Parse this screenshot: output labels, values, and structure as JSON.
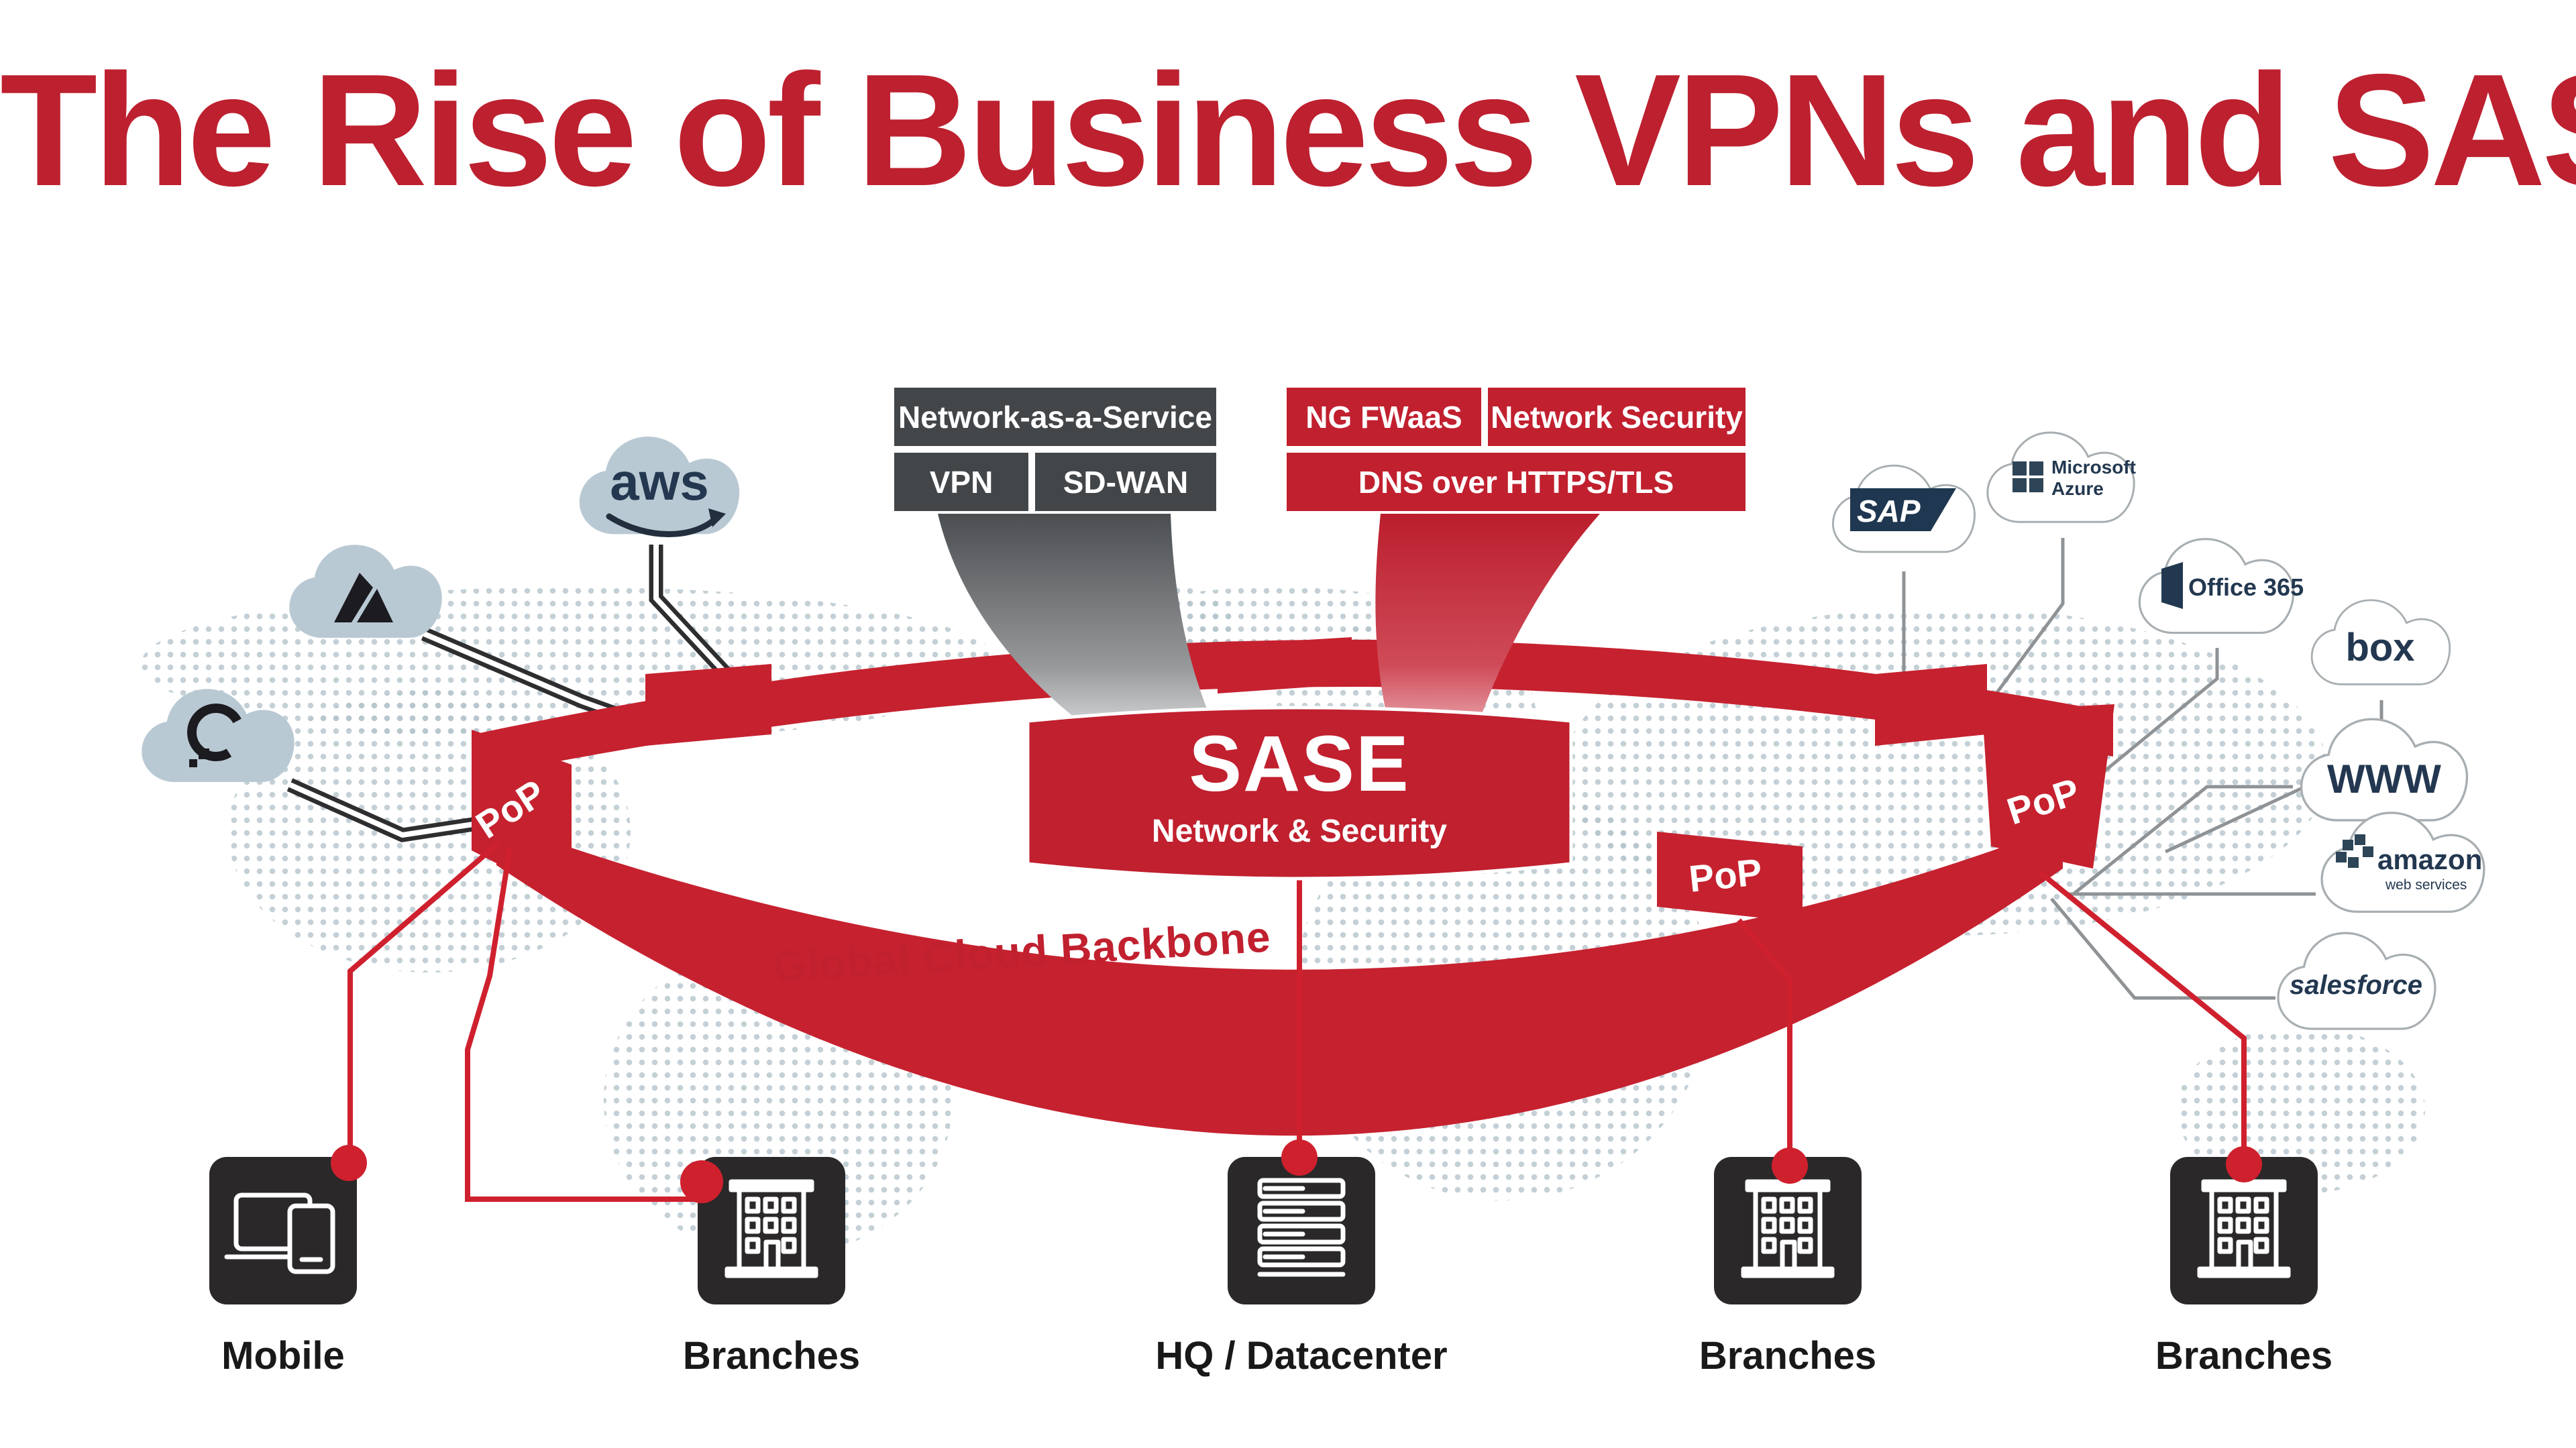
{
  "title": "The Rise of Business VPNs and SASE",
  "colors": {
    "title-red": "#bd202f",
    "brand-red": "#c1202f",
    "ring-red": "#c6212f",
    "charcoal": "#434649",
    "cloud-gray": "#b9c9d3",
    "navy": "#233850",
    "line-gray": "#8f9396",
    "line-black": "#2e2e30",
    "line-red": "#cf202e",
    "box-dark": "#2b2829",
    "map-dot": "#b5c4cc"
  },
  "service_boxes": {
    "network": {
      "header": "Network-as-a-Service",
      "cells": [
        "VPN",
        "SD-WAN"
      ]
    },
    "security": {
      "cells": [
        "NG FWaaS",
        "Network Security"
      ],
      "footer": "DNS over HTTPS/TLS"
    }
  },
  "ring": {
    "core_title": "SASE",
    "core_subtitle": "Network & Security",
    "backbone_label": "Global Cloud Backbone",
    "pop_labels": [
      "PoP",
      "PoP",
      "PoP"
    ]
  },
  "clouds": {
    "left": [
      {
        "name": "aws",
        "label": "aws"
      },
      {
        "name": "microsoft-azure",
        "label": ""
      },
      {
        "name": "digitalocean",
        "label": ""
      }
    ],
    "right": [
      {
        "name": "sap",
        "label": "SAP"
      },
      {
        "name": "microsoft-azure",
        "label": "Microsoft",
        "label2": "Azure"
      },
      {
        "name": "office-365",
        "label": "Office 365"
      },
      {
        "name": "box",
        "label": "box"
      },
      {
        "name": "web",
        "label": "WWW"
      },
      {
        "name": "amazon-web-services",
        "label": "amazon",
        "label2": "web services"
      },
      {
        "name": "salesforce",
        "label": "salesforce"
      }
    ]
  },
  "endpoints": [
    {
      "label": "Mobile"
    },
    {
      "label": "Branches"
    },
    {
      "label": "HQ / Datacenter"
    },
    {
      "label": "Branches"
    },
    {
      "label": "Branches"
    }
  ]
}
